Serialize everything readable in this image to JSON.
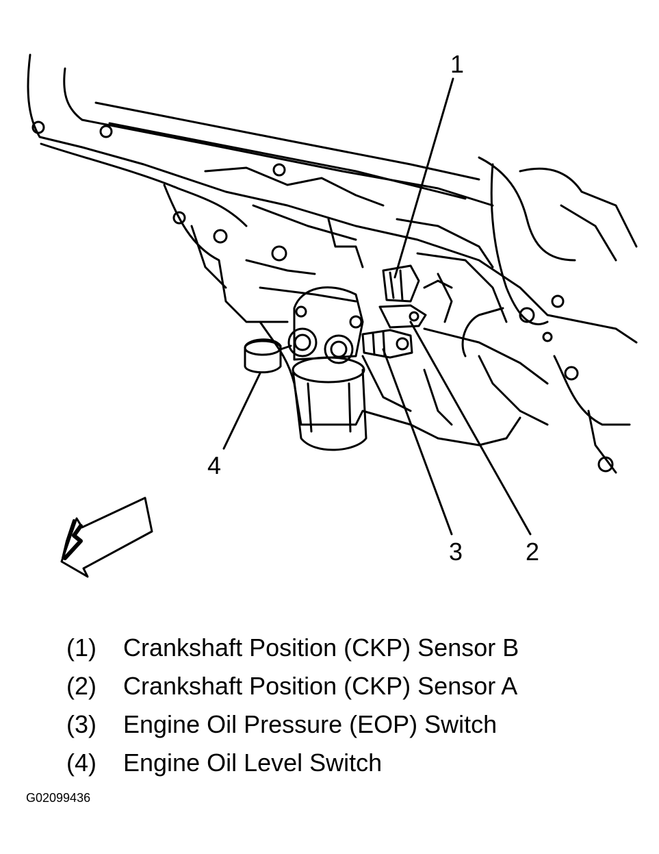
{
  "callouts": {
    "c1": "1",
    "c2": "2",
    "c3": "3",
    "c4": "4"
  },
  "legend": [
    {
      "num": "(1)",
      "text": "Crankshaft Position (CKP) Sensor B"
    },
    {
      "num": "(2)",
      "text": "Crankshaft Position (CKP) Sensor A"
    },
    {
      "num": "(3)",
      "text": "Engine Oil Pressure (EOP) Switch"
    },
    {
      "num": "(4)",
      "text": "Engine Oil Level Switch"
    }
  ],
  "figure_id": "G02099436"
}
